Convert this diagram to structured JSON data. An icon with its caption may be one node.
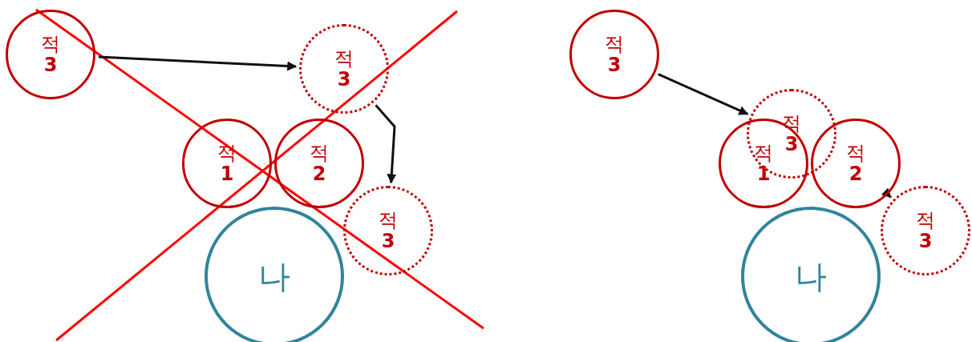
{
  "diagram": {
    "nodes": [
      {
        "text": [
          "적 **3**"
        ]
      },
      {
        "text": [
          "적 **3**"
        ]
      },
      {
        "text": [
          "적 **1**"
        ]
      },
      {
        "text": [
          "적 **2**"
        ]
      },
      {
        "text": [
          "적 **3**"
        ]
      },
      {
        "text": [
          "나"
        ]
      },
      {
        "text": [
          "적 **3**"
        ]
      },
      {
        "text": [
          "적 **3**"
        ]
      },
      {
        "text": [
          "적 **1**"
        ]
      },
      {
        "text": [
          "적 **2**"
        ]
      },
      {
        "text": [
          "적 **3**"
        ]
      },
      {
        "text": [
          "나"
        ]
      }
    ],
    "edges": [
      {
        "from": 0,
        "to": 1,
        "arrow": "to"
      },
      {
        "from": 1,
        "to": 4,
        "arrow": "to"
      },
      {
        "from": 6,
        "to": 7,
        "arrow": "to"
      },
      {
        "from": 9,
        "to": 10,
        "arrow": "to"
      }
    ]
  }
}
